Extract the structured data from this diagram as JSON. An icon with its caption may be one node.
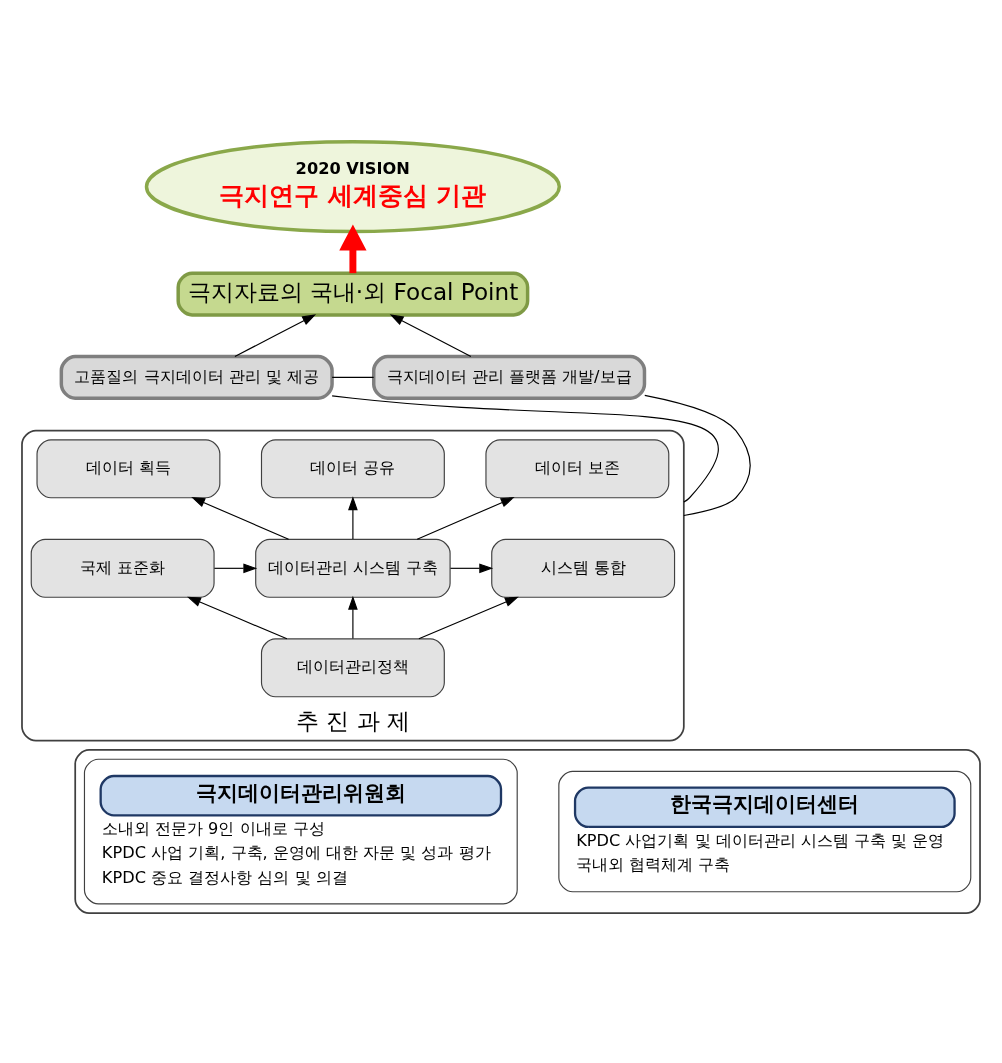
{
  "diagram": {
    "nodes": [
      {
        "text": [
          "2020 VISION",
          "극지연구 세계중심 기관"
        ]
      },
      {
        "text": [
          "극지자료의 국내·외 Focal Point"
        ]
      },
      {
        "text": [
          "고품질의 극지데이터 관리 및 제공"
        ]
      },
      {
        "text": [
          "극지데이터 관리 플랫폼 개발/보급"
        ]
      },
      {
        "text": [
          "추 진 과 제"
        ]
      },
      {
        "text": [
          "데이터 획득"
        ],
        "in": 4
      },
      {
        "text": [
          "데이터 공유"
        ],
        "in": 4
      },
      {
        "text": [
          "데이터 보존"
        ],
        "in": 4
      },
      {
        "text": [
          "국제 표준화"
        ],
        "in": 4
      },
      {
        "text": [
          "데이터관리 시스템 구축"
        ],
        "in": 4
      },
      {
        "text": [
          "시스템 통합"
        ],
        "in": 4
      },
      {
        "text": [
          "데이터관리정책"
        ],
        "in": 4
      },
      {
        "text": [],
        "shape": "box"
      },
      {
        "text": [
          "극지데이터관리위원회",
          "소내외 전문가 9인 이내로 구성",
          "KPDC 사업 기획, 구축, 운영에 대한 자문 및 성과 평가",
          "KPDC 중요 결정사항 심의 및 의결"
        ],
        "in": 12
      },
      {
        "text": [
          "한국극지데이터센터",
          "KPDC 사업기획 및 데이터관리 시스템 구축 및 운영",
          "국내외 협력체계 구축"
        ],
        "in": 12
      }
    ],
    "edges": [
      {
        "from": 1,
        "to": 0,
        "arrow": "to",
        "style": "thick",
        "color": "#ff0000"
      },
      {
        "from": 2,
        "to": 1,
        "arrow": "to"
      },
      {
        "from": 3,
        "to": 1,
        "arrow": "to"
      },
      {
        "from": 2,
        "to": 3,
        "arrow": "none"
      },
      {
        "from": 2,
        "to": 4,
        "arrow": "none"
      },
      {
        "from": 3,
        "to": 4,
        "arrow": "none"
      },
      {
        "from": 9,
        "to": 5,
        "arrow": "to"
      },
      {
        "from": 9,
        "to": 6,
        "arrow": "to"
      },
      {
        "from": 9,
        "to": 7,
        "arrow": "to"
      },
      {
        "from": 8,
        "to": 9,
        "arrow": "to"
      },
      {
        "from": 9,
        "to": 10,
        "arrow": "to"
      },
      {
        "from": 11,
        "to": 8,
        "arrow": "to"
      },
      {
        "from": 11,
        "to": 9,
        "arrow": "to"
      },
      {
        "from": 11,
        "to": 10,
        "arrow": "to"
      }
    ]
  }
}
